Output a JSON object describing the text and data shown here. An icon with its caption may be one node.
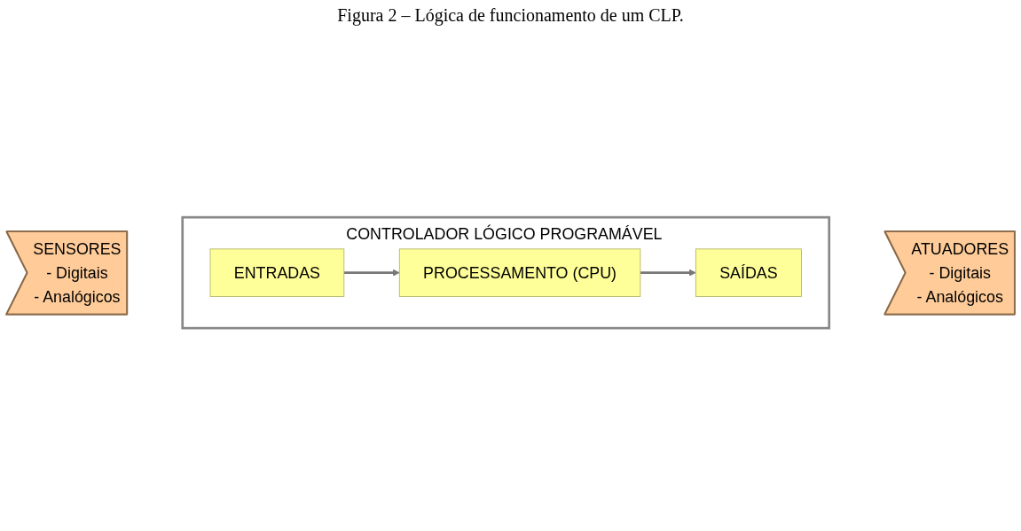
{
  "diagram": {
    "caption": "Figura 2 – Lógica de funcionamento de um CLP.",
    "nodes": [
      {
        "text": [
          "SENSORES",
          "- Digitais",
          "- Analógicos"
        ]
      },
      {
        "text": [
          "CONTROLADOR LÓGICO PROGRAMÁVEL"
        ]
      },
      {
        "text": [
          "ENTRADAS"
        ],
        "in": 1
      },
      {
        "text": [
          "PROCESSAMENTO (CPU)"
        ],
        "in": 1
      },
      {
        "text": [
          "SAÍDAS"
        ],
        "in": 1
      },
      {
        "text": [
          "ATUADORES",
          "- Digitais",
          "- Analógicos"
        ]
      }
    ],
    "edges": [
      {
        "from": 2,
        "to": 3,
        "arrow": "to"
      },
      {
        "from": 3,
        "to": 4,
        "arrow": "to"
      }
    ]
  }
}
